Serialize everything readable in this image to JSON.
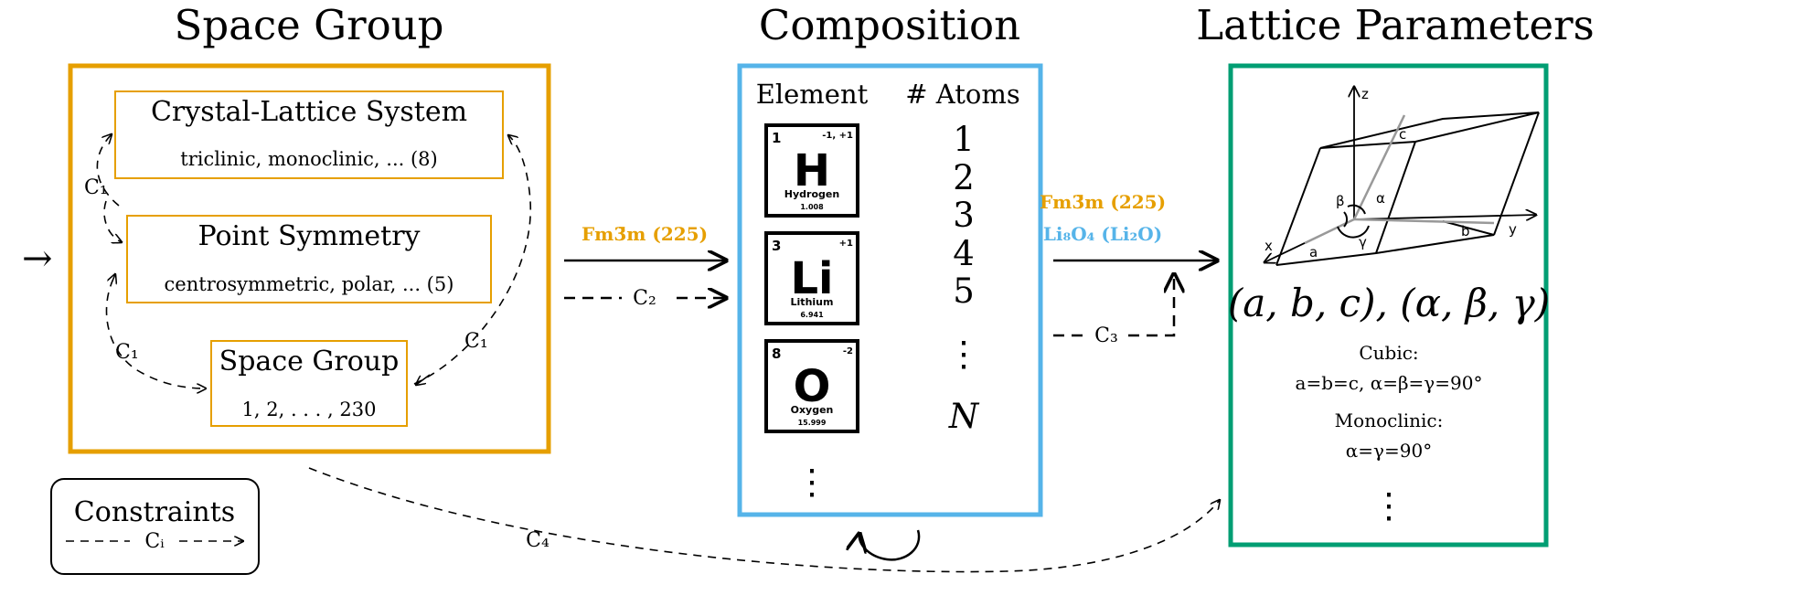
{
  "colors": {
    "space_group": "#E69F00",
    "composition": "#56B4E9",
    "lattice": "#009E73",
    "ink": "#000000"
  },
  "titles": {
    "space_group": "Space Group",
    "composition": "Composition",
    "lattice": "Lattice Parameters"
  },
  "space_group_panel": {
    "crystal": {
      "title": "Crystal-Lattice System",
      "sub": "triclinic, monoclinic, ...  (8)"
    },
    "point": {
      "title": "Point Symmetry",
      "sub": "centrosymmetric, polar, ... (5)"
    },
    "group": {
      "title": "Space Group",
      "sub": "1, 2, . . . , 230"
    },
    "c1": "C₁"
  },
  "arrows": {
    "sg_label": "Fm3̄m (225)",
    "c2": "C₂",
    "comp_sg_label": "Fm3̄m (225)",
    "comp_formula": "Li₈O₄ (Li₂O)",
    "c3": "C₃",
    "c4": "C₄"
  },
  "composition_panel": {
    "header_element": "Element",
    "header_atoms": "# Atoms",
    "elements": [
      {
        "number": "1",
        "oxidation": "-1, +1",
        "symbol": "H",
        "name": "Hydrogen",
        "mass": "1.008"
      },
      {
        "number": "3",
        "oxidation": "+1",
        "symbol": "Li",
        "name": "Lithium",
        "mass": "6.941"
      },
      {
        "number": "8",
        "oxidation": "-2",
        "symbol": "O",
        "name": "Oxygen",
        "mass": "15.999"
      }
    ],
    "counts": [
      "1",
      "2",
      "3",
      "4",
      "5"
    ],
    "vdots": "⋮",
    "count_last": "N"
  },
  "lattice_panel": {
    "axes": {
      "x": "x",
      "y": "y",
      "z": "z",
      "a": "a",
      "b": "b",
      "c": "c",
      "alpha": "α",
      "beta": "β",
      "gamma": "γ"
    },
    "params": "(a, b, c), (α, β, γ)",
    "cubic_name": "Cubic:",
    "cubic_rule": "a=b=c, α=β=γ=90°",
    "mono_name": "Monoclinic:",
    "mono_rule": "α=γ=90°",
    "vdots": "⋮"
  },
  "legend": {
    "title": "Constraints",
    "item": "Cᵢ"
  },
  "entry_arrow": "→"
}
